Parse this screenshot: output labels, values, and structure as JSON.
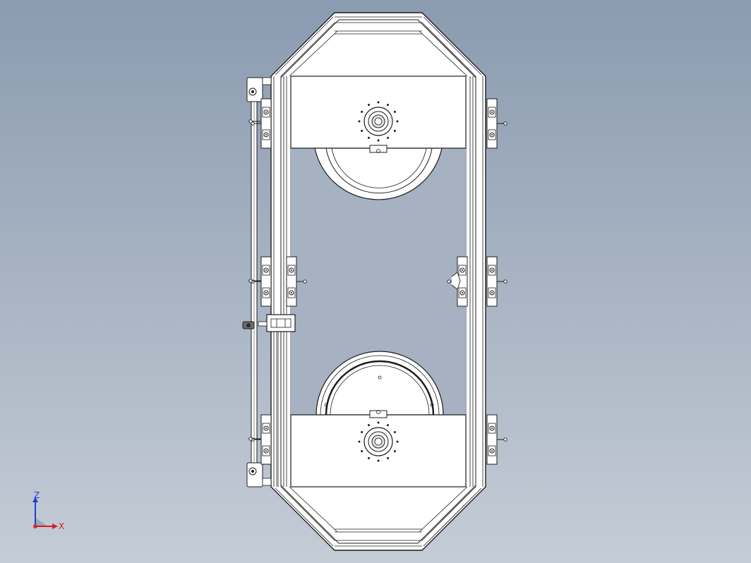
{
  "viewport": {
    "colors": {
      "background_top": "#8b9bb0",
      "background_bottom": "#c4ccd6",
      "part_fill": "#ffffff",
      "part_fill_shade": "#eef0f2",
      "line": "#1c1c1c"
    }
  },
  "triad": {
    "z_label": "Z",
    "x_label": "X",
    "colors": {
      "z": "#2040d0",
      "x": "#d02020",
      "origin": "#d03030"
    }
  },
  "model": {
    "pulley_count": 2,
    "guide_bracket_count": 10,
    "bolt_circle_holes": 12
  }
}
